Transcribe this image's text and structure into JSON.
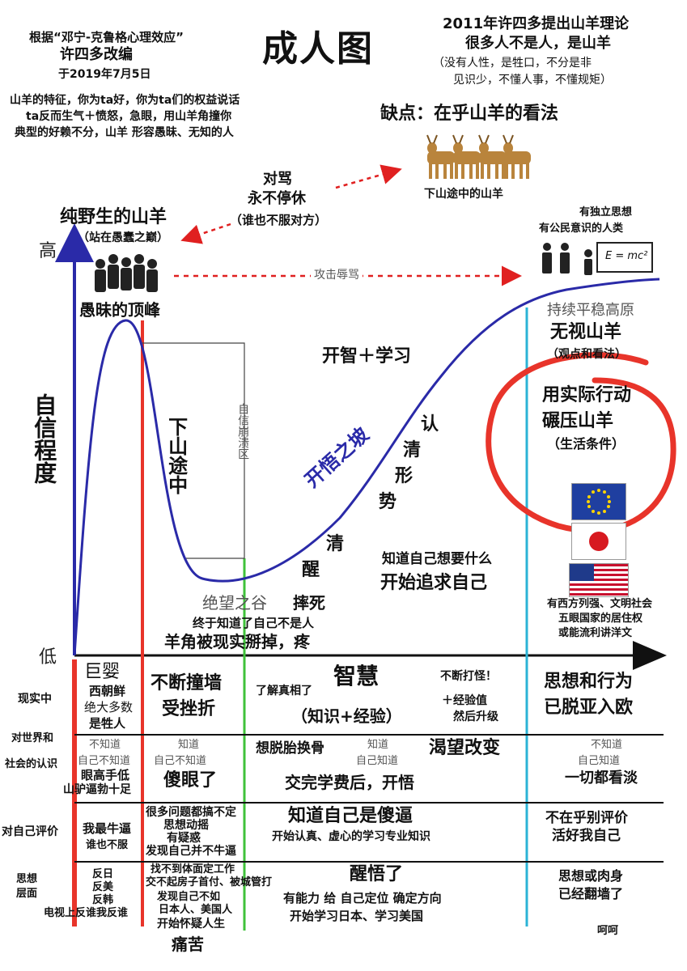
{
  "header": {
    "left_line1": "根据“邓宁-克鲁格心理效应”",
    "left_line2": "许四多改编",
    "left_line3": "于2019年7月5日",
    "title": "成人图",
    "right_line1": "2011年许四多提出山羊理论",
    "right_line2": "很多人不是人，是山羊",
    "right_line3": "（没有人性，是牲口，不分是非",
    "right_line4": "见识少，不懂人事，不懂规矩）"
  },
  "intro": {
    "line1": "山羊的特征，你为ta好，你为ta们的权益说话",
    "line2": "ta反而生气＋愤怒，急眼，用山羊角撞你",
    "line3": "典型的好赖不分，山羊 形容愚昧、无知的人"
  },
  "goats": {
    "weakness": "缺点：在乎山羊的看法",
    "caption": "下山途中的山羊"
  },
  "quarrel": {
    "line1": "对骂",
    "line2": "永不停休",
    "line3": "（谁也不服对方）"
  },
  "wild_goat": {
    "title": "纯野生的山羊",
    "sub": "（站在愚蠢之巅）"
  },
  "independent": {
    "line1": "有独立思想",
    "line2": "有公民意识的人类",
    "board": "E = mc²"
  },
  "attack_label": "攻击辱骂",
  "axis": {
    "high": "高",
    "low": "低",
    "ylabel": "自信程度"
  },
  "curve_labels": {
    "peak": "愚昧的顶峰",
    "downhill": "下山途中",
    "collapse": "自信崩溃区",
    "valley": "绝望之谷",
    "fall": "摔死",
    "wake1": "清",
    "wake2": "醒",
    "realize": "终于知道了自己不是人",
    "horn": "羊角被现实掰掉，疼",
    "slope": "开悟之坡",
    "see1": "认",
    "see2": "清",
    "see3": "形",
    "see4": "势",
    "wisdom": "开智＋学习",
    "want": "知道自己想要什么",
    "pursue": "开始追求自己",
    "plateau": "持续平稳高原",
    "ignore": "无视山羊",
    "ignore_sub": "（观点和看法）",
    "action1": "用实际行动",
    "action2": "碾压山羊",
    "action3": "（生活条件）",
    "countries1": "有西方列强、文明社会",
    "countries2": "五眼国家的居住权",
    "countries3": "或能流利讲洋文"
  },
  "table": {
    "row_labels": {
      "reality": "现实中",
      "world1": "对世界和",
      "world2": "社会的认识",
      "self": "对自己评价",
      "thought1": "思想",
      "thought2": "层面"
    },
    "col1": {
      "r1a": "巨婴",
      "r1b": "西朝鲜",
      "r1c": "绝大多数",
      "r1d": "是牲人",
      "r2a": "不知道",
      "r2b": "自己不知道",
      "r2c": "眼高手低",
      "r2d": "山驴逼勃十足",
      "r3a": "我最牛逼",
      "r3b": "谁也不服",
      "r4a": "反日",
      "r4b": "反美",
      "r4c": "反韩",
      "r4d": "电视上反谁我反谁"
    },
    "col2": {
      "r1a": "不断撞墙",
      "r1b": "受挫折",
      "r2a": "知道",
      "r2b": "自己不知道",
      "r2c": "傻眼了",
      "r3a": "很多问题都搞不定",
      "r3b": "思想动摇",
      "r3c": "有疑惑",
      "r3d": "发现自己并不牛逼",
      "r4a": "找不到体面定工作",
      "r4b": "交不起房子首付、被城管打",
      "r4c": "发现自己不如",
      "r4d": "日本人、美国人",
      "r4e": "开始怀疑人生",
      "r4f": "痛苦"
    },
    "col3": {
      "r1a": "了解真相了",
      "r1b": "智慧",
      "r1c": "（知识+经验）",
      "r1d": "不断打怪！",
      "r1e": "＋经验值",
      "r1f": "然后升级",
      "r2a": "想脱胎换骨",
      "r2b": "知道",
      "r2c": "自己知道",
      "r2d": "渴望改变",
      "r2e": "交完学费后，开悟",
      "r3a": "知道自己是傻逼",
      "r3b": "开始认真、虚心的学习专业知识",
      "r4a": "醒悟了",
      "r4b": "有能力 给 自己定位 确定方向",
      "r4c": "开始学习日本、学习美国"
    },
    "col4": {
      "r1a": "思想和行为",
      "r1b": "已脱亚入欧",
      "r2a": "不知道",
      "r2b": "自己知道",
      "r2c": "一切都看淡",
      "r3a": "不在乎别评价",
      "r3b": "活好我自己",
      "r4a": "思想或肉身",
      "r4b": "已经翻墙了",
      "r4c": "呵呵"
    }
  },
  "colors": {
    "curve": "#2a2aa8",
    "axis": "#2a2aa8",
    "red": "#e8342a",
    "green": "#3fc23a",
    "cyan": "#2bb3d6",
    "circle": "#e8342a",
    "arrow_dash": "#e02020",
    "goat": "#b9843c"
  },
  "icons": [
    "goat-herd-icon",
    "crowd-icon",
    "scientist-icon",
    "eu-flag-icon",
    "japan-flag-icon",
    "us-flag-icon"
  ]
}
